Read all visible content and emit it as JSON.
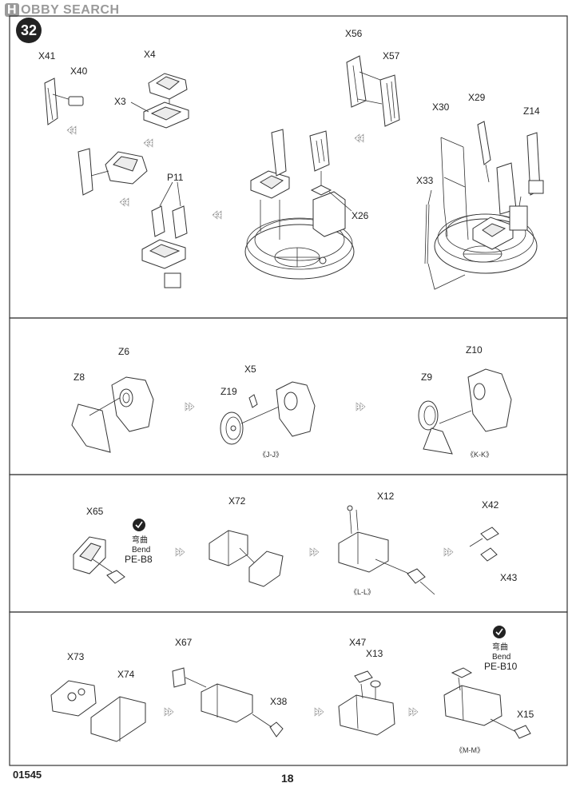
{
  "header": {
    "watermark_prefix": "H",
    "watermark_text": "OBBY SEARCH"
  },
  "step_number": "32",
  "footer": {
    "code": "01545",
    "page": "18"
  },
  "panel1": {
    "labels": [
      "X41",
      "X40",
      "X4",
      "X3",
      "X56",
      "X57",
      "X30",
      "X29",
      "Z14",
      "P11",
      "X33",
      "X26"
    ]
  },
  "panel2": {
    "labels": [
      "Z6",
      "Z8",
      "X5",
      "Z19",
      "Z10",
      "Z9"
    ],
    "sections": [
      "《J-J》",
      "《K-K》"
    ]
  },
  "panel3": {
    "labels": [
      "X65",
      "X72",
      "X12",
      "X42",
      "X43"
    ],
    "bend_cn": "弯曲",
    "bend_en": "Bend",
    "bend_part": "PE-B8",
    "section": "《L-L》"
  },
  "panel4": {
    "labels": [
      "X73",
      "X74",
      "X67",
      "X38",
      "X47",
      "X13",
      "X15"
    ],
    "bend_cn": "弯曲",
    "bend_en": "Bend",
    "bend_part": "PE-B10",
    "section": "《M-M》"
  }
}
